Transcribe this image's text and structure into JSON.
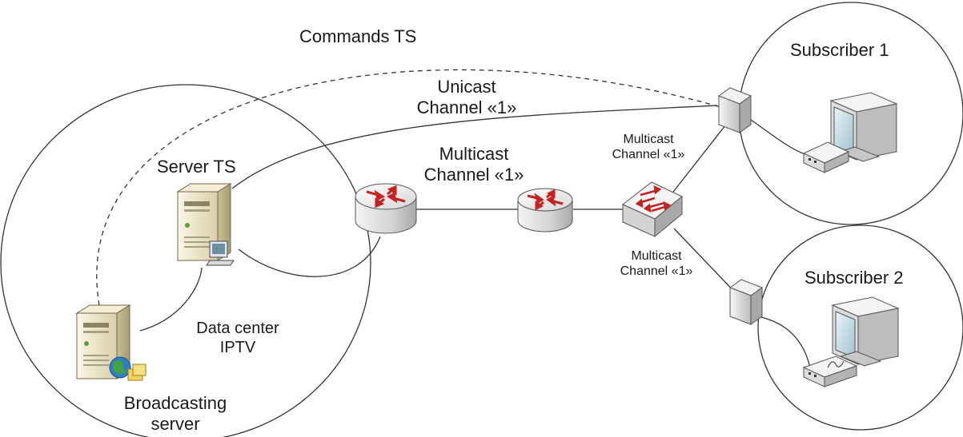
{
  "labels": {
    "commands_ts": "Commands TS",
    "unicast_line1": "Unicast",
    "unicast_line2": "Channel «1»",
    "multicast_main_line1": "Multicast",
    "multicast_main_line2": "Channel «1»",
    "multicast_upper_line1": "Multicast",
    "multicast_upper_line2": "Channel «1»",
    "multicast_lower_line1": "Multicast",
    "multicast_lower_line2": "Channel «1»",
    "server_ts": "Server TS",
    "data_center_line1": "Data center",
    "data_center_line2": "IPTV",
    "broadcasting_line1": "Broadcasting",
    "broadcasting_line2": "server",
    "subscriber1": "Subscriber 1",
    "subscriber2": "Subscriber 2"
  },
  "colors": {
    "line": "#333333",
    "router_arrow": "#c62020",
    "device_body": "#e4e4e4",
    "server_body": "#e8dfc0",
    "monitor_screen": "#b8d4de"
  },
  "icons": {
    "broadcasting_server": "server-globe-icon",
    "server_ts": "server-terminal-icon",
    "router1": "router-icon",
    "router2": "router-icon",
    "switch": "switch-icon",
    "modem1": "modem-icon",
    "modem2": "modem-icon",
    "settop1": "set-top-box-icon",
    "settop2": "set-top-box-icon",
    "computer1": "computer-icon",
    "computer2": "computer-icon"
  }
}
